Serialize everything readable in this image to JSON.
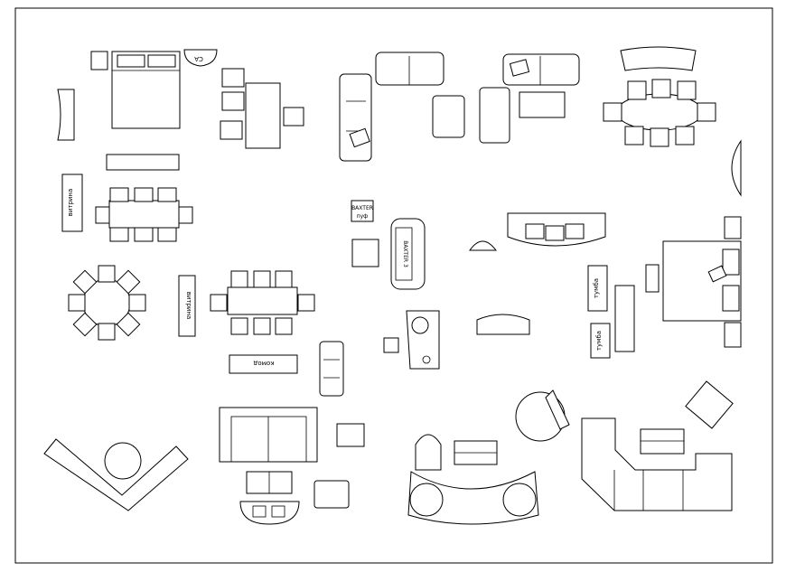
{
  "drawing": {
    "labels": {
      "ca": "СА",
      "vitrina_1": "витрина",
      "vitrina_2": "витрина",
      "baxter_1_line1": "BAXTER",
      "baxter_1_line2": "пуф",
      "baxter_2": "BAXTER 3",
      "komod": "комод",
      "tumba_1": "тумба",
      "tumba_2": "тумба"
    },
    "colors": {
      "line": "#000000",
      "background": "#ffffff"
    }
  }
}
